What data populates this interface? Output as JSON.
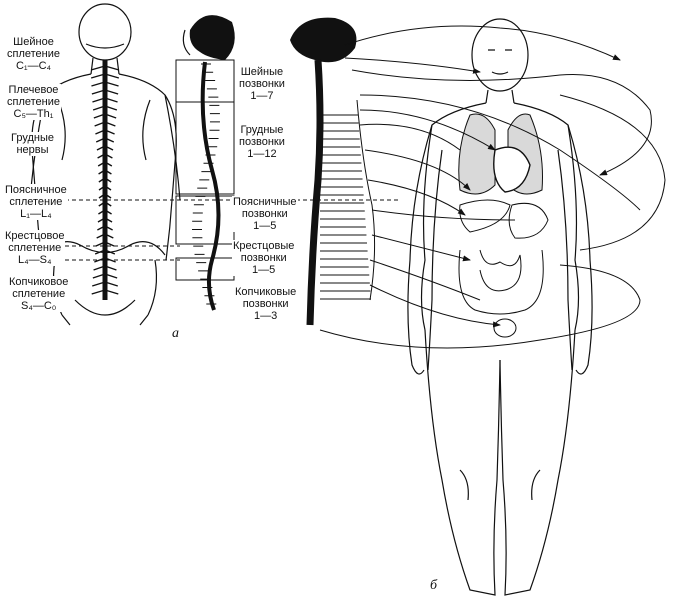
{
  "plexus_labels": [
    {
      "line1": "Шейное",
      "line2": "сплетение",
      "line3": "C₁—C₄"
    },
    {
      "line1": "Плечевое",
      "line2": "сплетение",
      "line3": "C₅—Th₁"
    },
    {
      "line1": "Грудные",
      "line2": "нервы",
      "line3": ""
    },
    {
      "line1": "Поясничное",
      "line2": "сплетение",
      "line3": "L₁—L₄"
    },
    {
      "line1": "Крестцовое",
      "line2": "сплетение",
      "line3": "L₄—S₄"
    },
    {
      "line1": "Копчиковое",
      "line2": "сплетение",
      "line3": "S₄—C₀"
    }
  ],
  "vertebra_labels": [
    {
      "line1": "Шейные",
      "line2": "позвонки",
      "line3": "1—7"
    },
    {
      "line1": "Грудные",
      "line2": "позвонки",
      "line3": "1—12"
    },
    {
      "line1": "Поясничные",
      "line2": "позвонки",
      "line3": "1—5"
    },
    {
      "line1": "Крестцовые",
      "line2": "позвонки",
      "line3": "1—5"
    },
    {
      "line1": "Копчиковые",
      "line2": "позвонки",
      "line3": "1—3"
    }
  ],
  "panel_a": "а",
  "panel_b": "б"
}
